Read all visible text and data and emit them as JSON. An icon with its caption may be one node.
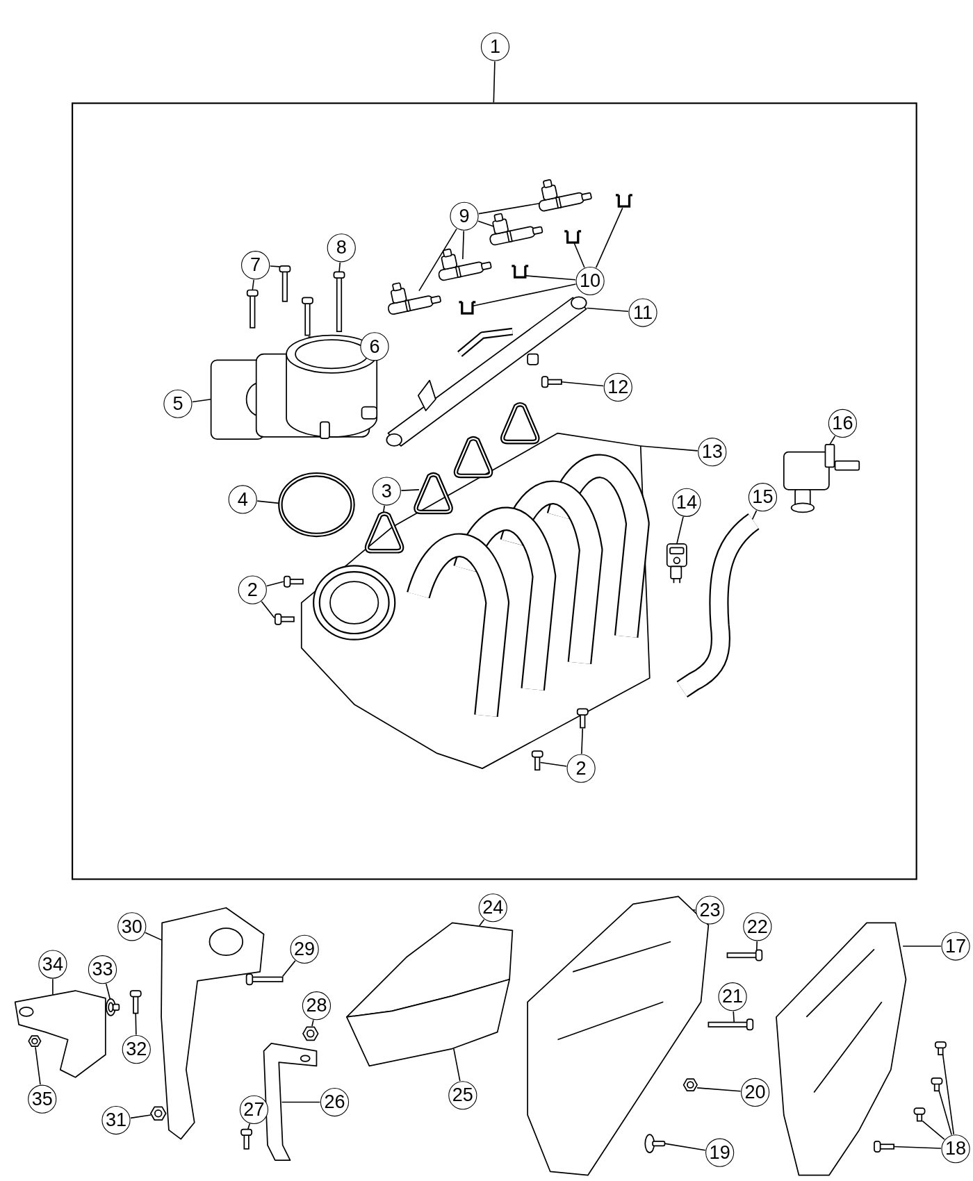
{
  "diagram": {
    "nodes": [
      {
        "text": [
          "1"
        ]
      },
      {
        "text": [],
        "shape": "box"
      },
      {
        "text": [
          "9"
        ],
        "in": 1
      },
      {
        "text": [],
        "shape": "picture",
        "in": 1
      },
      {
        "text": [],
        "shape": "picture",
        "in": 1
      },
      {
        "text": [],
        "shape": "picture",
        "in": 1
      },
      {
        "text": [],
        "shape": "picture",
        "in": 1
      },
      {
        "text": [],
        "shape": "picture",
        "in": 1
      },
      {
        "text": [],
        "shape": "picture",
        "in": 1
      },
      {
        "text": [],
        "shape": "picture",
        "in": 1
      },
      {
        "text": [],
        "shape": "picture",
        "in": 1
      },
      {
        "text": [
          "8"
        ],
        "in": 1
      },
      {
        "text": [],
        "shape": "picture",
        "in": 1
      },
      {
        "text": [
          "7"
        ],
        "in": 1
      },
      {
        "text": [],
        "shape": "picture",
        "in": 1
      },
      {
        "text": [],
        "shape": "picture",
        "in": 1
      },
      {
        "text": [
          "10"
        ],
        "in": 1
      },
      {
        "text": [
          "11"
        ],
        "in": 1
      },
      {
        "text": [],
        "shape": "picture",
        "in": 1
      },
      {
        "text": [],
        "shape": "picture",
        "in": 1
      },
      {
        "text": [
          "6"
        ],
        "in": 1
      },
      {
        "text": [],
        "shape": "picture",
        "in": 1
      },
      {
        "text": [
          "5"
        ],
        "in": 1
      },
      {
        "text": [
          "12"
        ],
        "in": 1
      },
      {
        "text": [],
        "shape": "picture",
        "in": 1
      },
      {
        "text": [
          "16"
        ],
        "in": 1
      },
      {
        "text": [],
        "shape": "picture",
        "in": 1
      },
      {
        "text": [
          "13"
        ],
        "in": 1
      },
      {
        "text": [],
        "shape": "picture",
        "in": 1
      },
      {
        "text": [],
        "shape": "picture",
        "in": 1
      },
      {
        "text": [],
        "shape": "picture",
        "in": 1
      },
      {
        "text": [],
        "shape": "picture",
        "in": 1
      },
      {
        "text": [],
        "shape": "picture",
        "in": 1
      },
      {
        "text": [
          "3"
        ],
        "in": 1
      },
      {
        "text": [
          "4"
        ],
        "in": 1
      },
      {
        "text": [],
        "shape": "picture",
        "in": 1
      },
      {
        "text": [
          "15"
        ],
        "in": 1
      },
      {
        "text": [],
        "shape": "picture",
        "in": 1
      },
      {
        "text": [
          "14"
        ],
        "in": 1
      },
      {
        "text": [],
        "shape": "picture",
        "in": 1
      },
      {
        "text": [
          "2"
        ],
        "in": 1
      },
      {
        "text": [],
        "shape": "picture",
        "in": 1
      },
      {
        "text": [],
        "shape": "picture",
        "in": 1
      },
      {
        "text": [],
        "shape": "picture",
        "in": 1
      },
      {
        "text": [],
        "shape": "picture",
        "in": 1
      },
      {
        "text": [
          "2"
        ],
        "in": 1
      },
      {
        "text": [
          "30"
        ]
      },
      {
        "text": [],
        "shape": "picture"
      },
      {
        "text": [
          "24"
        ]
      },
      {
        "text": [],
        "shape": "picture"
      },
      {
        "text": [
          "23"
        ]
      },
      {
        "text": [],
        "shape": "picture"
      },
      {
        "text": [
          "22"
        ]
      },
      {
        "text": [],
        "shape": "picture"
      },
      {
        "text": [
          "17"
        ]
      },
      {
        "text": [],
        "shape": "picture"
      },
      {
        "text": [
          "29"
        ]
      },
      {
        "text": [],
        "shape": "picture"
      },
      {
        "text": [
          "34"
        ]
      },
      {
        "text": [],
        "shape": "picture"
      },
      {
        "text": [
          "33"
        ]
      },
      {
        "text": [],
        "shape": "picture"
      },
      {
        "text": [
          "21"
        ]
      },
      {
        "text": [],
        "shape": "picture"
      },
      {
        "text": [
          "28"
        ]
      },
      {
        "text": [],
        "shape": "picture"
      },
      {
        "text": [
          "32"
        ]
      },
      {
        "text": [],
        "shape": "picture"
      },
      {
        "text": [],
        "shape": "picture"
      },
      {
        "text": [],
        "shape": "picture"
      },
      {
        "text": [],
        "shape": "picture"
      },
      {
        "text": [],
        "shape": "picture"
      },
      {
        "text": [
          "20"
        ]
      },
      {
        "text": [],
        "shape": "picture"
      },
      {
        "text": [
          "25"
        ]
      },
      {
        "text": [],
        "shape": "picture"
      },
      {
        "text": [
          "35"
        ]
      },
      {
        "text": [],
        "shape": "picture"
      },
      {
        "text": [
          "26"
        ]
      },
      {
        "text": [],
        "shape": "picture"
      },
      {
        "text": [
          "27"
        ]
      },
      {
        "text": [],
        "shape": "picture"
      },
      {
        "text": [
          "31"
        ]
      },
      {
        "text": [],
        "shape": "picture"
      },
      {
        "text": [
          "18"
        ]
      },
      {
        "text": [
          "19"
        ]
      },
      {
        "text": [],
        "shape": "picture"
      }
    ],
    "edges": [
      {
        "from": 0,
        "to": 1,
        "arrow": "none"
      },
      {
        "from": 2,
        "to": 3,
        "arrow": "none"
      },
      {
        "from": 2,
        "to": 4,
        "arrow": "none"
      },
      {
        "from": 2,
        "to": 5,
        "arrow": "none"
      },
      {
        "from": 2,
        "to": 6,
        "arrow": "none"
      },
      {
        "from": 11,
        "to": 12,
        "arrow": "none"
      },
      {
        "from": 13,
        "to": 14,
        "arrow": "none"
      },
      {
        "from": 13,
        "to": 15,
        "arrow": "none"
      },
      {
        "from": 16,
        "to": 7,
        "arrow": "none"
      },
      {
        "from": 16,
        "to": 8,
        "arrow": "none"
      },
      {
        "from": 16,
        "to": 9,
        "arrow": "none"
      },
      {
        "from": 16,
        "to": 10,
        "arrow": "none"
      },
      {
        "from": 17,
        "to": 18,
        "arrow": "none"
      },
      {
        "from": 20,
        "to": 19,
        "arrow": "none"
      },
      {
        "from": 22,
        "to": 21,
        "arrow": "none"
      },
      {
        "from": 23,
        "to": 24,
        "arrow": "none"
      },
      {
        "from": 25,
        "to": 26,
        "arrow": "none"
      },
      {
        "from": 27,
        "to": 28,
        "arrow": "none"
      },
      {
        "from": 33,
        "to": 31,
        "arrow": "none"
      },
      {
        "from": 33,
        "to": 32,
        "arrow": "none"
      },
      {
        "from": 34,
        "to": 35,
        "arrow": "none"
      },
      {
        "from": 36,
        "to": 37,
        "arrow": "none"
      },
      {
        "from": 38,
        "to": 39,
        "arrow": "none"
      },
      {
        "from": 40,
        "to": 41,
        "arrow": "none"
      },
      {
        "from": 40,
        "to": 42,
        "arrow": "none"
      },
      {
        "from": 45,
        "to": 43,
        "arrow": "none"
      },
      {
        "from": 45,
        "to": 44,
        "arrow": "none"
      },
      {
        "from": 46,
        "to": 47,
        "arrow": "none"
      },
      {
        "from": 48,
        "to": 49,
        "arrow": "none"
      },
      {
        "from": 50,
        "to": 51,
        "arrow": "none"
      },
      {
        "from": 52,
        "to": 53,
        "arrow": "none"
      },
      {
        "from": 54,
        "to": 55,
        "arrow": "none"
      },
      {
        "from": 56,
        "to": 57,
        "arrow": "none"
      },
      {
        "from": 58,
        "to": 59,
        "arrow": "none"
      },
      {
        "from": 60,
        "to": 61,
        "arrow": "none"
      },
      {
        "from": 62,
        "to": 63,
        "arrow": "none"
      },
      {
        "from": 64,
        "to": 65,
        "arrow": "none"
      },
      {
        "from": 66,
        "to": 67,
        "arrow": "none"
      },
      {
        "from": 72,
        "to": 73,
        "arrow": "none"
      },
      {
        "from": 74,
        "to": 75,
        "arrow": "none"
      },
      {
        "from": 76,
        "to": 77,
        "arrow": "none"
      },
      {
        "from": 78,
        "to": 79,
        "arrow": "none"
      },
      {
        "from": 80,
        "to": 81,
        "arrow": "none"
      },
      {
        "from": 82,
        "to": 83,
        "arrow": "none"
      },
      {
        "from": 84,
        "to": 68,
        "arrow": "none"
      },
      {
        "from": 84,
        "to": 69,
        "arrow": "none"
      },
      {
        "from": 84,
        "to": 70,
        "arrow": "none"
      },
      {
        "from": 84,
        "to": 71,
        "arrow": "none"
      },
      {
        "from": 85,
        "to": 86,
        "arrow": "none"
      }
    ]
  }
}
